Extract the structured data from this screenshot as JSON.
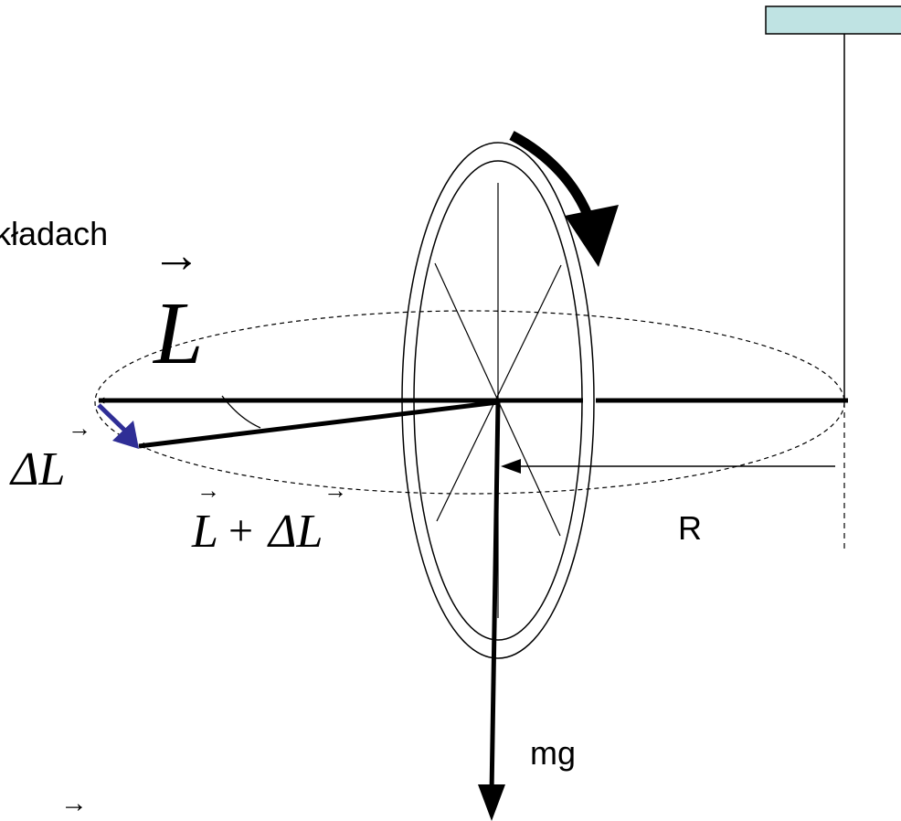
{
  "labels": {
    "cropped_word": "kładach",
    "angular_momentum": "L",
    "delta_L": "ΔL",
    "sum_L": "L",
    "sum_plus": "+",
    "sum_delta_L": "ΔL",
    "radius": "R",
    "weight": "mg",
    "vector_arrow": "→"
  },
  "colors": {
    "ink": "#000000",
    "delta_vector": "#2f2e96",
    "support_fill": "#bfe3e3",
    "background": "#ffffff"
  }
}
